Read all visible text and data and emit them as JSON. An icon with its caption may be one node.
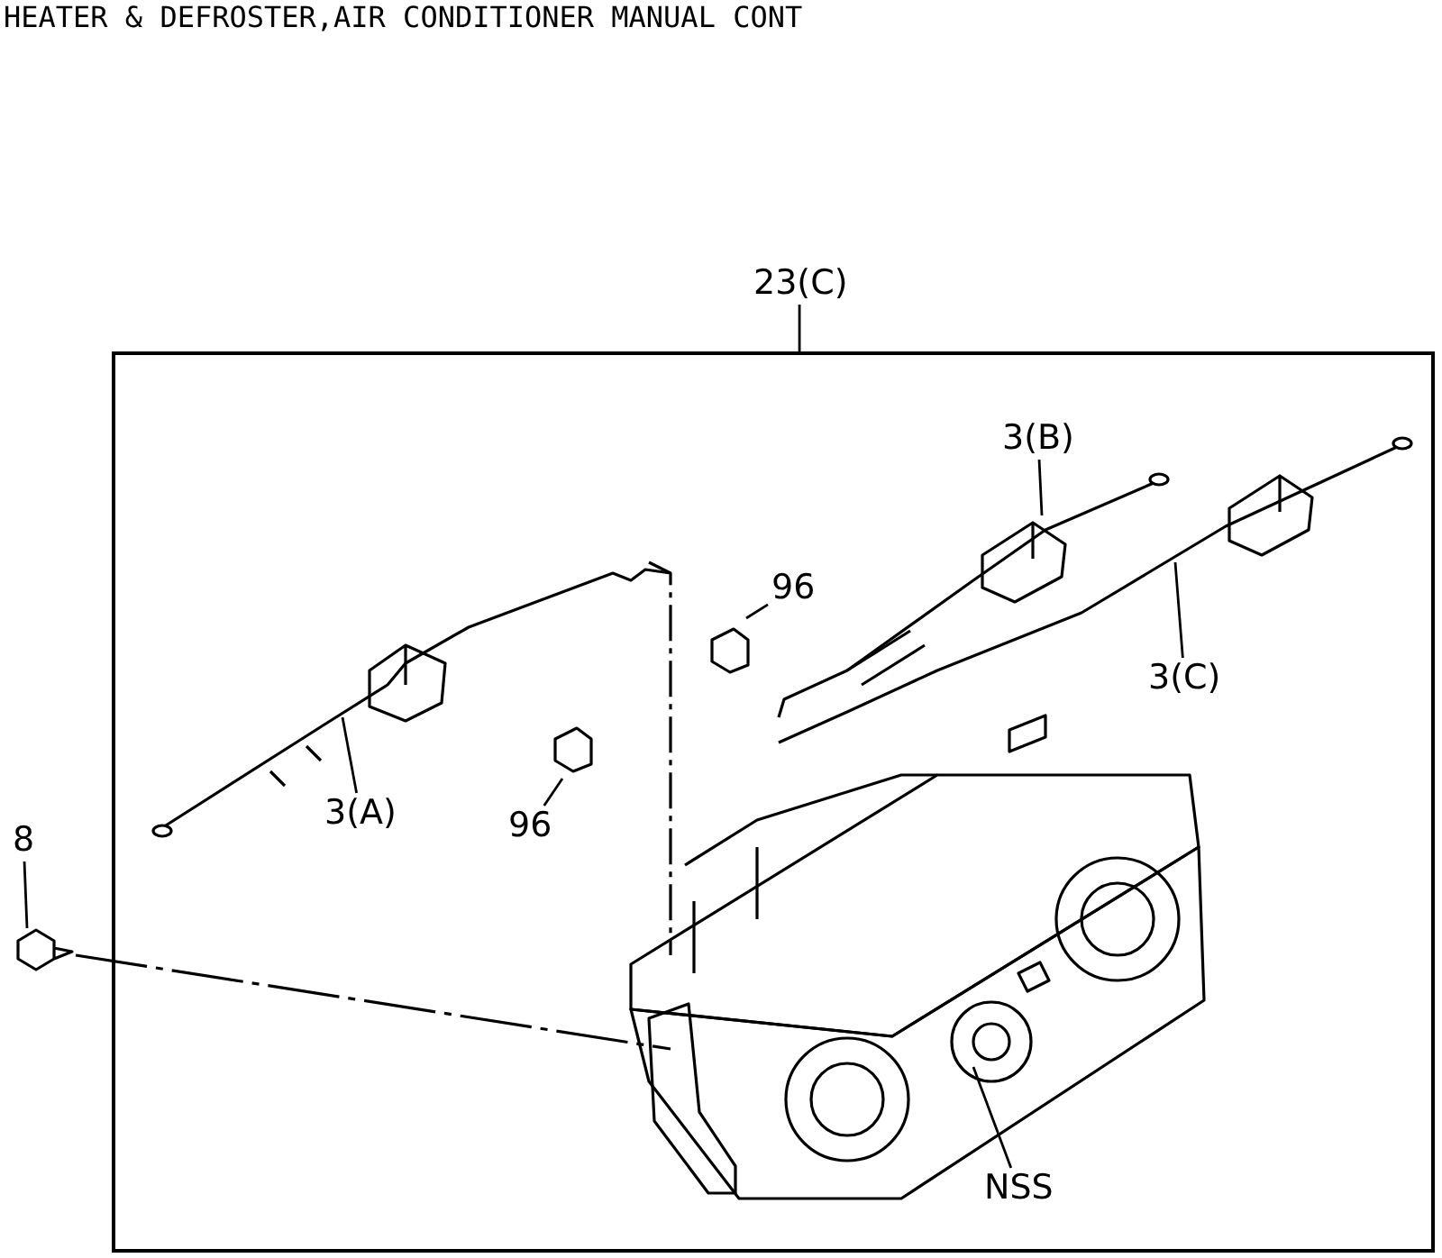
{
  "diagram": {
    "title": "HEATER & DEFROSTER,AIR CONDITIONER MANUAL CONT",
    "nodes": [
      {
        "text": [
          "23(C)"
        ]
      },
      {
        "text": [],
        "shape": "box"
      },
      {
        "text": [
          "3(B)"
        ],
        "in": 1
      },
      {
        "text": [
          "96"
        ],
        "in": 1
      },
      {
        "text": [
          "3(C)"
        ],
        "in": 1
      },
      {
        "text": [
          "3(A)"
        ],
        "in": 1
      },
      {
        "text": [
          "96"
        ],
        "in": 1
      },
      {
        "text": [
          "8"
        ]
      },
      {
        "text": [
          "NSS"
        ],
        "in": 1
      }
    ],
    "edges": [
      {
        "from": 0,
        "to": 1,
        "arrow": "none"
      },
      {
        "from": 2,
        "to": null,
        "arrow": "none"
      },
      {
        "from": 3,
        "to": null,
        "arrow": "none"
      },
      {
        "from": 4,
        "to": null,
        "arrow": "none"
      },
      {
        "from": 5,
        "to": null,
        "arrow": "none"
      },
      {
        "from": 6,
        "to": null,
        "arrow": "none"
      },
      {
        "from": 7,
        "to": null,
        "arrow": "none"
      },
      {
        "from": 8,
        "to": null,
        "arrow": "none"
      }
    ]
  }
}
